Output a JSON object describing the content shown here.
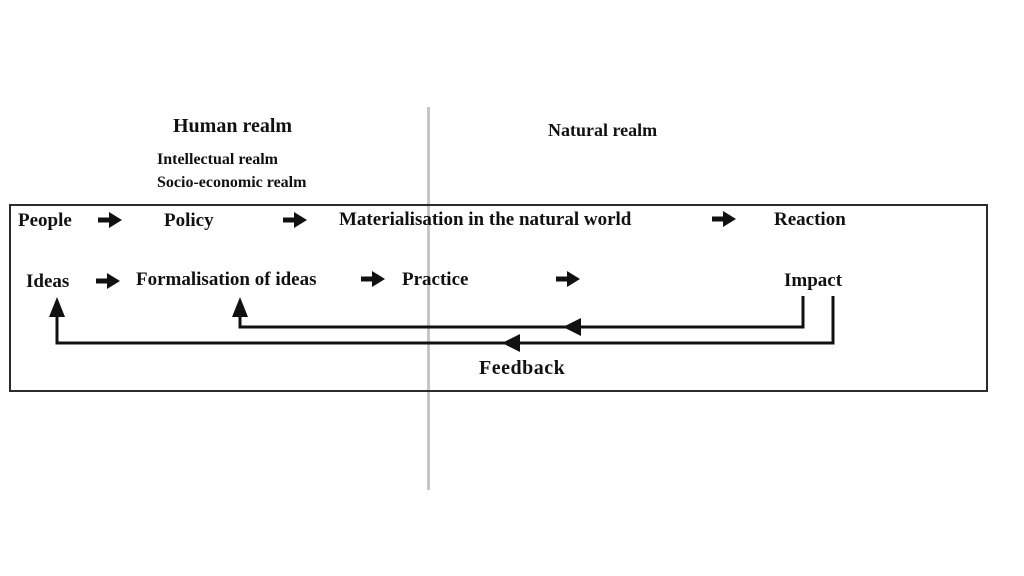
{
  "titles": {
    "human_realm": "Human realm",
    "intellectual_realm": "Intellectual realm",
    "socio_economic_realm": "Socio-economic realm",
    "natural_realm": "Natural realm"
  },
  "flow": {
    "row1": {
      "people": "People",
      "policy": "Policy",
      "materialisation": "Materialisation in the natural world",
      "reaction": "Reaction"
    },
    "row2": {
      "ideas": "Ideas",
      "formalisation": "Formalisation of ideas",
      "practice": "Practice",
      "impact": "Impact"
    },
    "feedback_label": "Feedback"
  },
  "colors": {
    "background": "#ffffff",
    "text": "#111111",
    "line": "#111111",
    "divider": "#c6c6c6"
  }
}
